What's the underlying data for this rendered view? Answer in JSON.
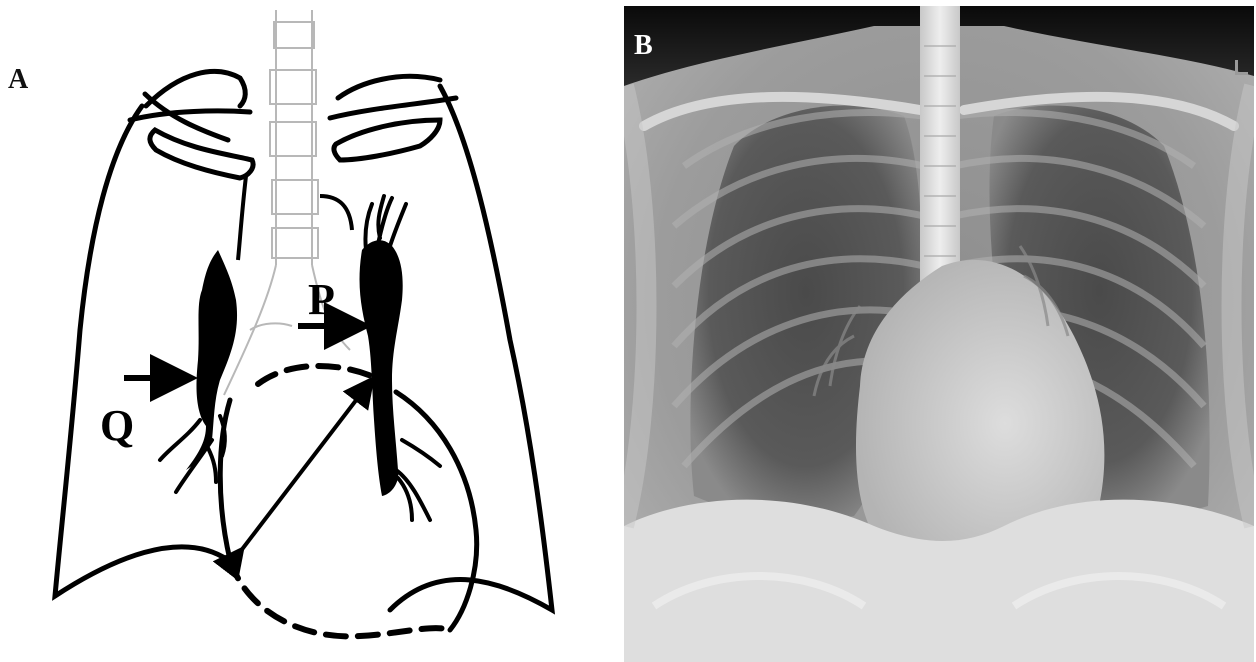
{
  "panel_a": {
    "label": "A",
    "labels": {
      "p": "P",
      "q": "Q"
    }
  },
  "panel_b": {
    "label": "B"
  }
}
